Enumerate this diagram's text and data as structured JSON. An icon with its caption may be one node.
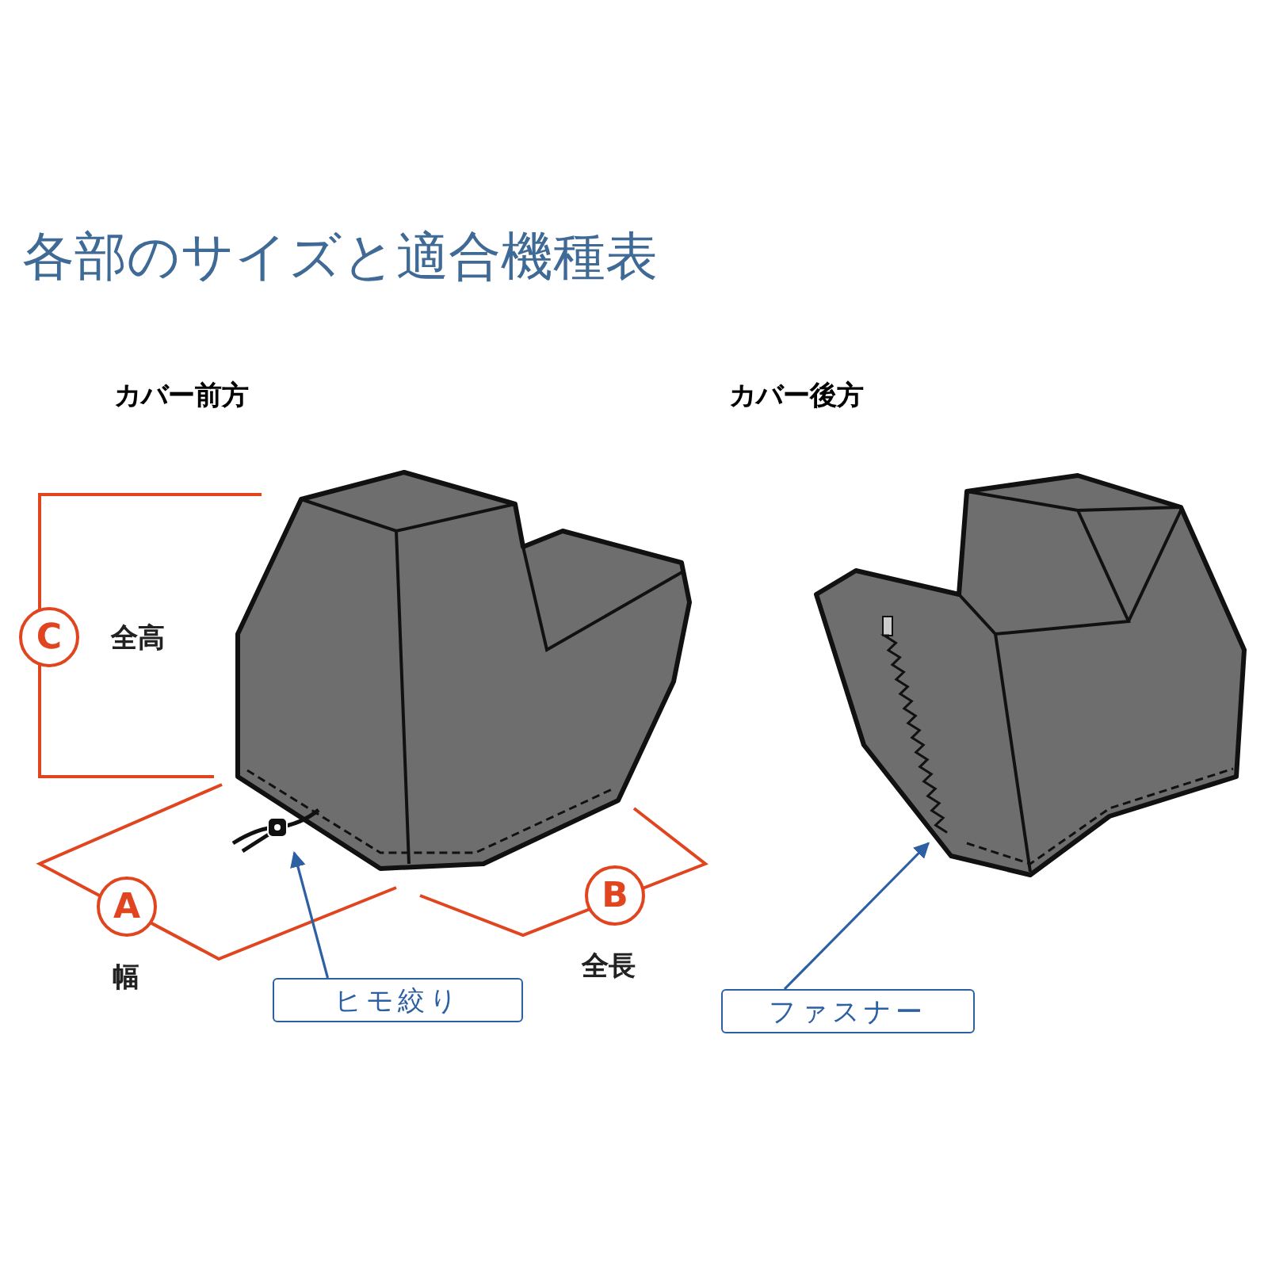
{
  "diagram": {
    "title": "各部のサイズと適合機種表",
    "nodes": [
      {
        "text": [
          "C"
        ],
        "beside": [
          "全高"
        ]
      },
      {
        "text": [
          "A"
        ],
        "beside": [
          "幅"
        ]
      },
      {
        "text": [
          "B"
        ],
        "beside": [
          "全長"
        ]
      },
      {
        "text": [],
        "shape": "picture"
      },
      {
        "text": [
          "ヒモ絞り"
        ]
      },
      {
        "text": [],
        "shape": "picture"
      },
      {
        "text": [
          "ファスナー"
        ]
      }
    ],
    "edges": [
      {
        "from": 4,
        "to": 3,
        "arrow": "to"
      },
      {
        "from": 6,
        "to": 5,
        "arrow": "to"
      }
    ],
    "labels": [
      "カバー前方",
      "カバー後方"
    ]
  }
}
